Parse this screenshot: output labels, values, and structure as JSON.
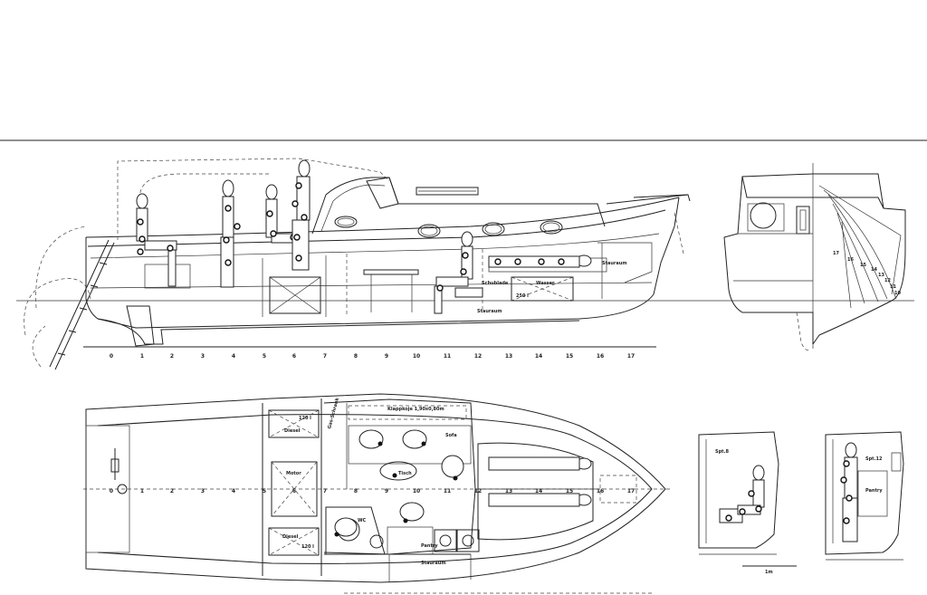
{
  "frame_numbers": [
    "0",
    "1",
    "2",
    "3",
    "4",
    "5",
    "6",
    "7",
    "8",
    "9",
    "10",
    "11",
    "12",
    "13",
    "14",
    "15",
    "16",
    "17"
  ],
  "profile_labels": {
    "stauraum_aft": "Stauraum",
    "schublade": "Schublade",
    "stauraum_mid": "Stauraum",
    "wasser": "Wasser",
    "tank": "250 l"
  },
  "plan_labels": {
    "diesel_top": "Diesel",
    "tank_top": "120 l",
    "motor": "Motor",
    "diesel_bottom": "Diesel",
    "tank_bottom": "120 l",
    "gas_locker": "Gas-Schrank",
    "klappkoje": "Klappkoje 1,90x0,80m",
    "sofa": "Sofa",
    "tisch": "Tisch",
    "wc": "WC",
    "pantry": "Pantry",
    "stauraum": "Stauraum"
  },
  "section_labels": {
    "spt_left": "Spt.8",
    "spt_right": "Spt.12",
    "pantry": "Pantry",
    "scale": "1m"
  },
  "body_plan_numbers": [
    "17",
    "16",
    "15",
    "14",
    "13",
    "12",
    "11",
    "10"
  ]
}
